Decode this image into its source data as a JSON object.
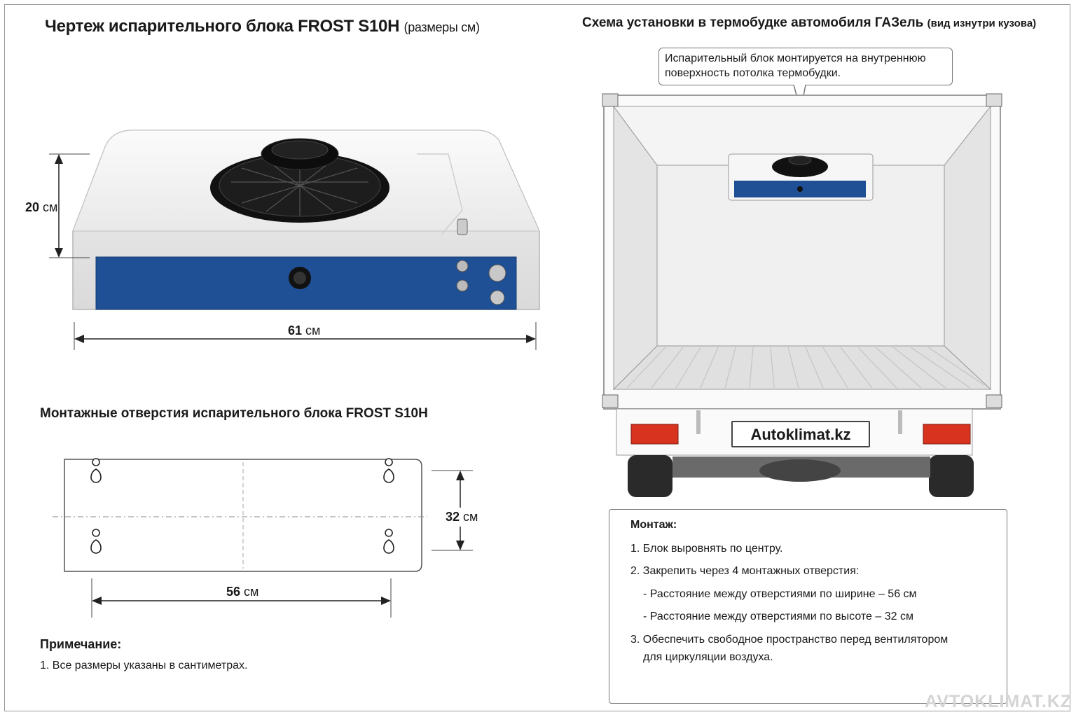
{
  "left": {
    "title_main": "Чертеж испарительного блока FROST S10H",
    "title_sub": "(размеры см)",
    "dim_height_value": "20",
    "dim_width_value": "61",
    "unit": "см"
  },
  "holes": {
    "title": "Монтажные отверстия испарительного блока FROST S10H",
    "dim_vertical_value": "32",
    "dim_horizontal_value": "56",
    "unit": "см"
  },
  "note": {
    "title": "Примечание:",
    "items": [
      "1. Все размеры указаны в сантиметрах."
    ]
  },
  "right": {
    "title_main": "Схема установки в термобудке автомобиля ГАЗель",
    "title_sub": "(вид изнутри кузова)",
    "callout": "Испарительный блок монтируется на внутреннюю поверхность потолка термобудки.",
    "plate": "Autoklimat.kz"
  },
  "mounting": {
    "title": "Монтаж:",
    "steps": [
      "1. Блок выровнять по центру.",
      "2. Закрепить через 4 монтажных отверстия:",
      "- Расстояние между отверстиями по ширине – 56 см",
      "- Расстояние между отверстиями по высоте – 32 см",
      "3. Обеспечить свободное пространство перед вентилятором",
      "для циркуляции воздуха."
    ]
  },
  "watermark": "AVTOKLIMAT.KZ",
  "colors": {
    "panel_blue": "#1f4f94",
    "unit_white": "#f3f3f3",
    "lamp_red": "#d8331f"
  }
}
